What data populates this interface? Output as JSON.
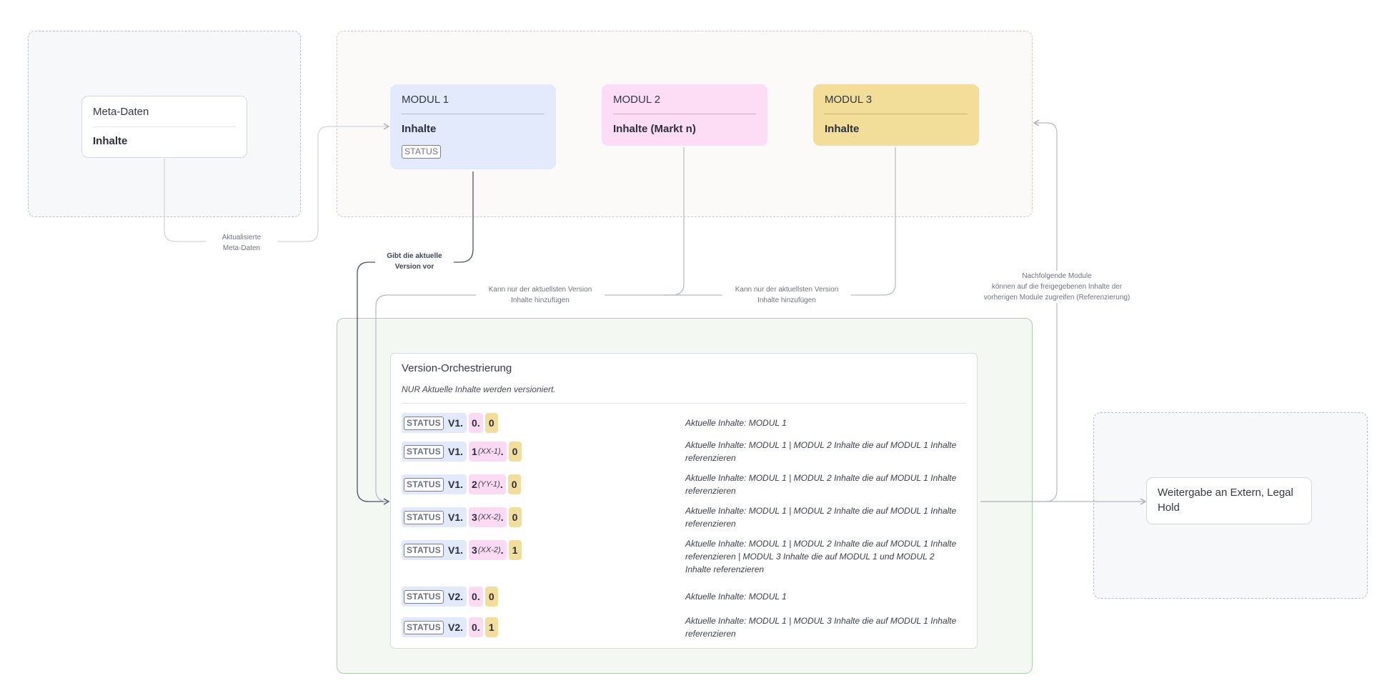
{
  "meta_block": {
    "title": "Meta-Daten",
    "content": "Inhalte"
  },
  "modules": [
    {
      "title": "MODUL 1",
      "content": "Inhalte",
      "status": "STATUS",
      "color": "#e3eafc"
    },
    {
      "title": "MODUL 2",
      "content": "Inhalte (Markt n)",
      "color": "#fddcf6"
    },
    {
      "title": "MODUL 3",
      "content": "Inhalte",
      "color": "#f2de98"
    }
  ],
  "connectors": {
    "meta_update_l1": "Aktualisierte",
    "meta_update_l2": "Meta-Daten",
    "current_version_l1": "Gibt die aktuelle",
    "current_version_l2": "Version vor",
    "add_m2_l1": "Kann nur der aktuellsten Version",
    "add_m2_l2": "Inhalte hinzufügen",
    "add_m3_l1": "Kann nur der aktuellsten Version",
    "add_m3_l2": "Inhalte hinzufügen",
    "subsequent_l1": "Nachfolgende Module",
    "subsequent_l2": "können auf die freigegebenen Inhalte der",
    "subsequent_l3": "vorherigen Module zugreifen (Referenzierung)"
  },
  "orchestration": {
    "title": "Version-Orchestrierung",
    "subtitle": "NUR Aktuelle Inhalte werden versioniert.",
    "versions": [
      {
        "status": "STATUS",
        "major": "V1.",
        "minor": "0.",
        "minor_note": "",
        "patch": "0",
        "description": "Aktuelle Inhalte: MODUL 1"
      },
      {
        "status": "STATUS",
        "major": "V1.",
        "minor": "1",
        "minor_note": "(XX-1)",
        "minor_sep": ".",
        "patch": "0",
        "description": "Aktuelle Inhalte: MODUL 1 | MODUL 2 Inhalte die auf MODUL 1 Inhalte referenzieren"
      },
      {
        "status": "STATUS",
        "major": "V1.",
        "minor": "2",
        "minor_note": "(YY-1)",
        "minor_sep": ".",
        "patch": "0",
        "description": "Aktuelle Inhalte: MODUL 1 | MODUL 2 Inhalte die auf MODUL 1 Inhalte referenzieren"
      },
      {
        "status": "STATUS",
        "major": "V1.",
        "minor": "3",
        "minor_note": "(XX-2)",
        "minor_sep": ".",
        "patch": "0",
        "description": "Aktuelle Inhalte: MODUL 1 | MODUL 2 Inhalte die auf MODUL 1 Inhalte referenzieren"
      },
      {
        "status": "STATUS",
        "major": "V1.",
        "minor": "3",
        "minor_note": "(XX-2)",
        "minor_sep": ".",
        "patch": "1",
        "description": "Aktuelle Inhalte: MODUL 1 | MODUL 2 Inhalte die auf MODUL 1 Inhalte referenzieren | MODUL 3 Inhalte die auf MODUL 1 und MODUL 2 Inhalte referenzieren"
      },
      {
        "status": "STATUS",
        "major": "V2.",
        "minor": "0.",
        "minor_note": "",
        "patch": "0",
        "description": "Aktuelle Inhalte: MODUL 1"
      },
      {
        "status": "STATUS",
        "major": "V2.",
        "minor": "0.",
        "minor_note": "",
        "patch": "1",
        "description": "Aktuelle Inhalte: MODUL 1 | MODUL 3 Inhalte die auf MODUL 1 Inhalte referenzieren"
      }
    ]
  },
  "output": {
    "content": "Weitergabe an Extern, Legal Hold"
  }
}
